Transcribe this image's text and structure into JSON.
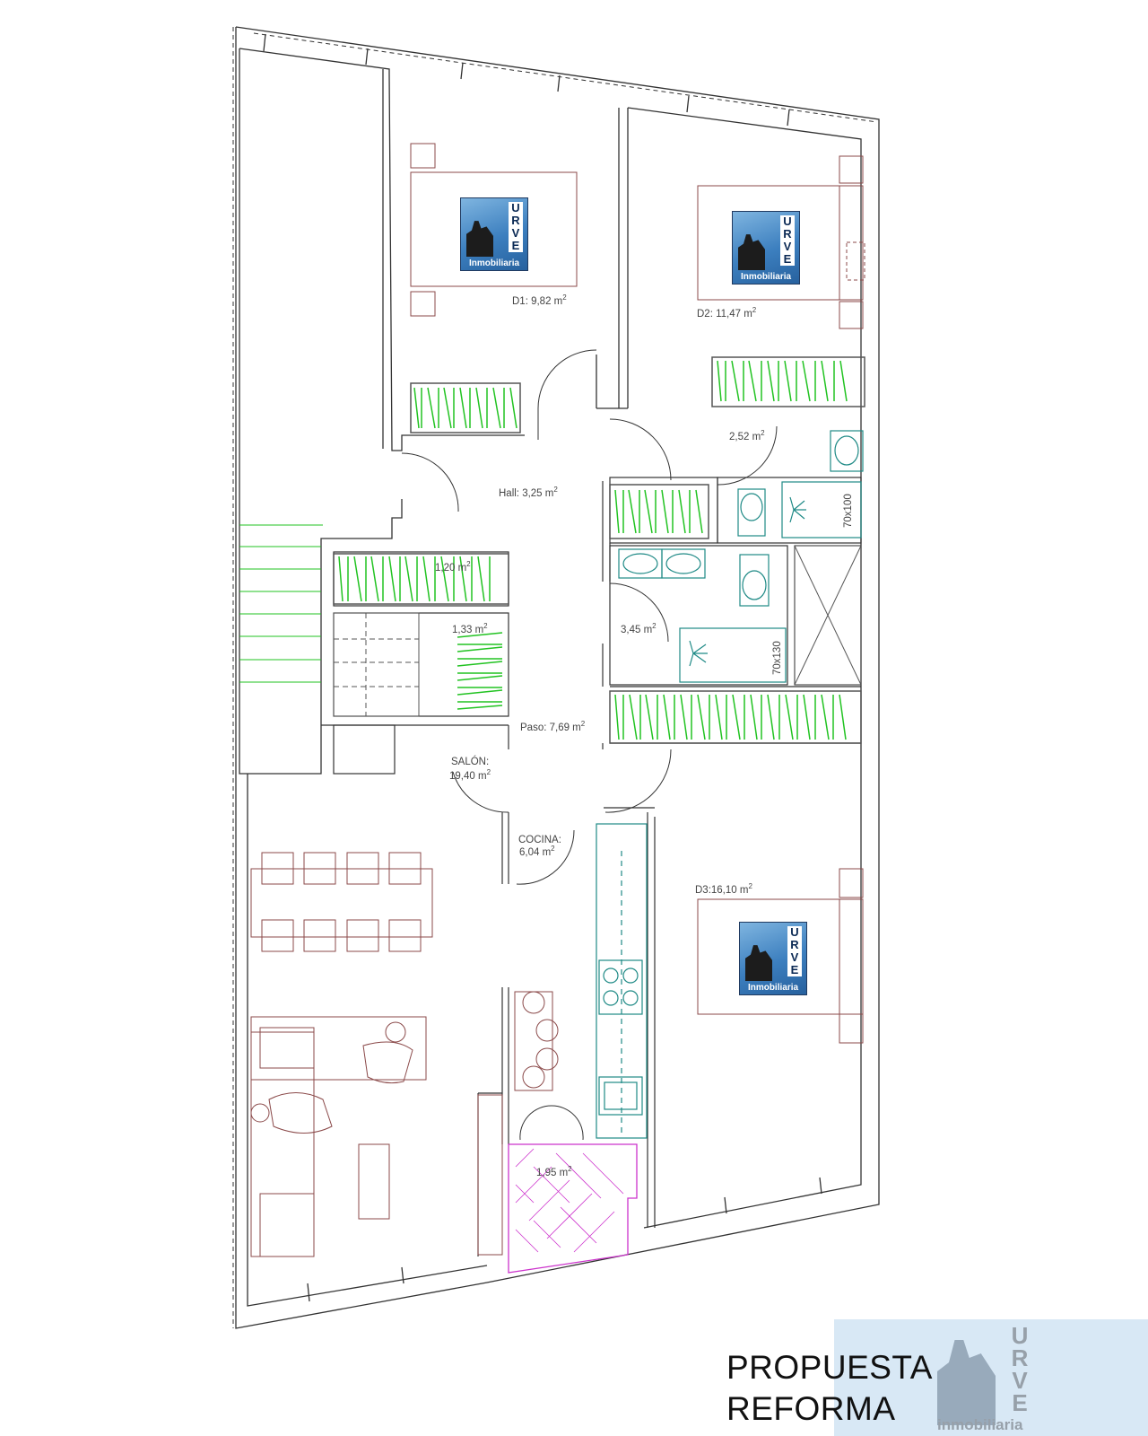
{
  "rooms": {
    "d1": {
      "label": "D1: 9,82 m",
      "sup": "2"
    },
    "d2": {
      "label": "D2: 11,47 m",
      "sup": "2"
    },
    "bath1": {
      "label": "2,52 m",
      "sup": "2"
    },
    "hall": {
      "label": "Hall: 3,25 m",
      "sup": "2"
    },
    "closet1": {
      "label": "1,20 m",
      "sup": "2"
    },
    "closet2": {
      "label": "1,33 m",
      "sup": "2"
    },
    "bath2": {
      "label": "3,45 m",
      "sup": "2"
    },
    "paso": {
      "label": "Paso: 7,69 m",
      "sup": "2"
    },
    "salon_name": {
      "label": "SALÓN:"
    },
    "salon_area": {
      "label": "19,40 m",
      "sup": "2"
    },
    "cocina_name": {
      "label": "COCINA:"
    },
    "cocina_area": {
      "label": "6,04 m",
      "sup": "2"
    },
    "d3": {
      "label": "D3:16,10 m",
      "sup": "2"
    },
    "terrace": {
      "label": "1,95 m",
      "sup": "2"
    }
  },
  "fixtures": {
    "shower1": "70x100",
    "shower2": "70x130"
  },
  "title": {
    "line1": "PROPUESTA",
    "line2": "REFORMA"
  },
  "logo": {
    "letters": [
      "U",
      "R",
      "V",
      "E"
    ],
    "name": "Inmobiliaria"
  },
  "watermark": {
    "letters": [
      "U",
      "R",
      "V",
      "E"
    ],
    "name": "inmobiliaria"
  },
  "colors": {
    "wall": "#333333",
    "furniture": "#8b4a4a",
    "closet": "#22c322",
    "sanitary": "#1f8a86",
    "terrace": "#cc33cc",
    "logo_blue": "#3c7fbf"
  },
  "icons": [
    "building-logo-icon",
    "compass-none"
  ]
}
